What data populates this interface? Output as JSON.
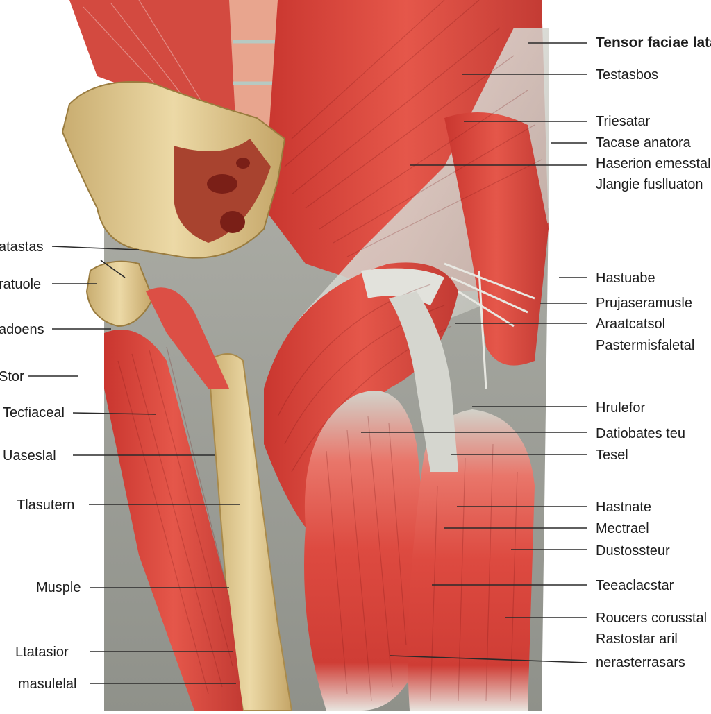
{
  "figure": {
    "title": "Tensor faciae lata",
    "colors": {
      "muscle": "#d9463f",
      "muscle_dark": "#b8312c",
      "muscle_light": "#ef8a78",
      "tendon": "#d4d4cc",
      "bone": "#d7bf86",
      "bone_dark": "#a88a4c",
      "leader": "#2a2a2a"
    },
    "labels_right": [
      "Testasbos",
      "Triesatar",
      "Tacase anatora",
      "Haserion emesstal",
      "Jlangie fuslluaton",
      "Hastuabe",
      "Prujaseramusle",
      "Araatcatsol",
      "Pastermisfaletal",
      "Hrulefor",
      "Datiobates teu",
      "Tesel",
      "Hastnate",
      "Mectrael",
      "Dustosstеur",
      "Teeaclacstar",
      "Roucers corusstal",
      "Rastostar aril",
      "nerasterrasars"
    ],
    "labels_left": [
      "atastas",
      "ratuole",
      "adoens",
      "Stor",
      "Tecfiaceal",
      "Uaseslal",
      "Tlasutern",
      "Musple",
      "Ltatasior",
      "masulelal"
    ]
  }
}
